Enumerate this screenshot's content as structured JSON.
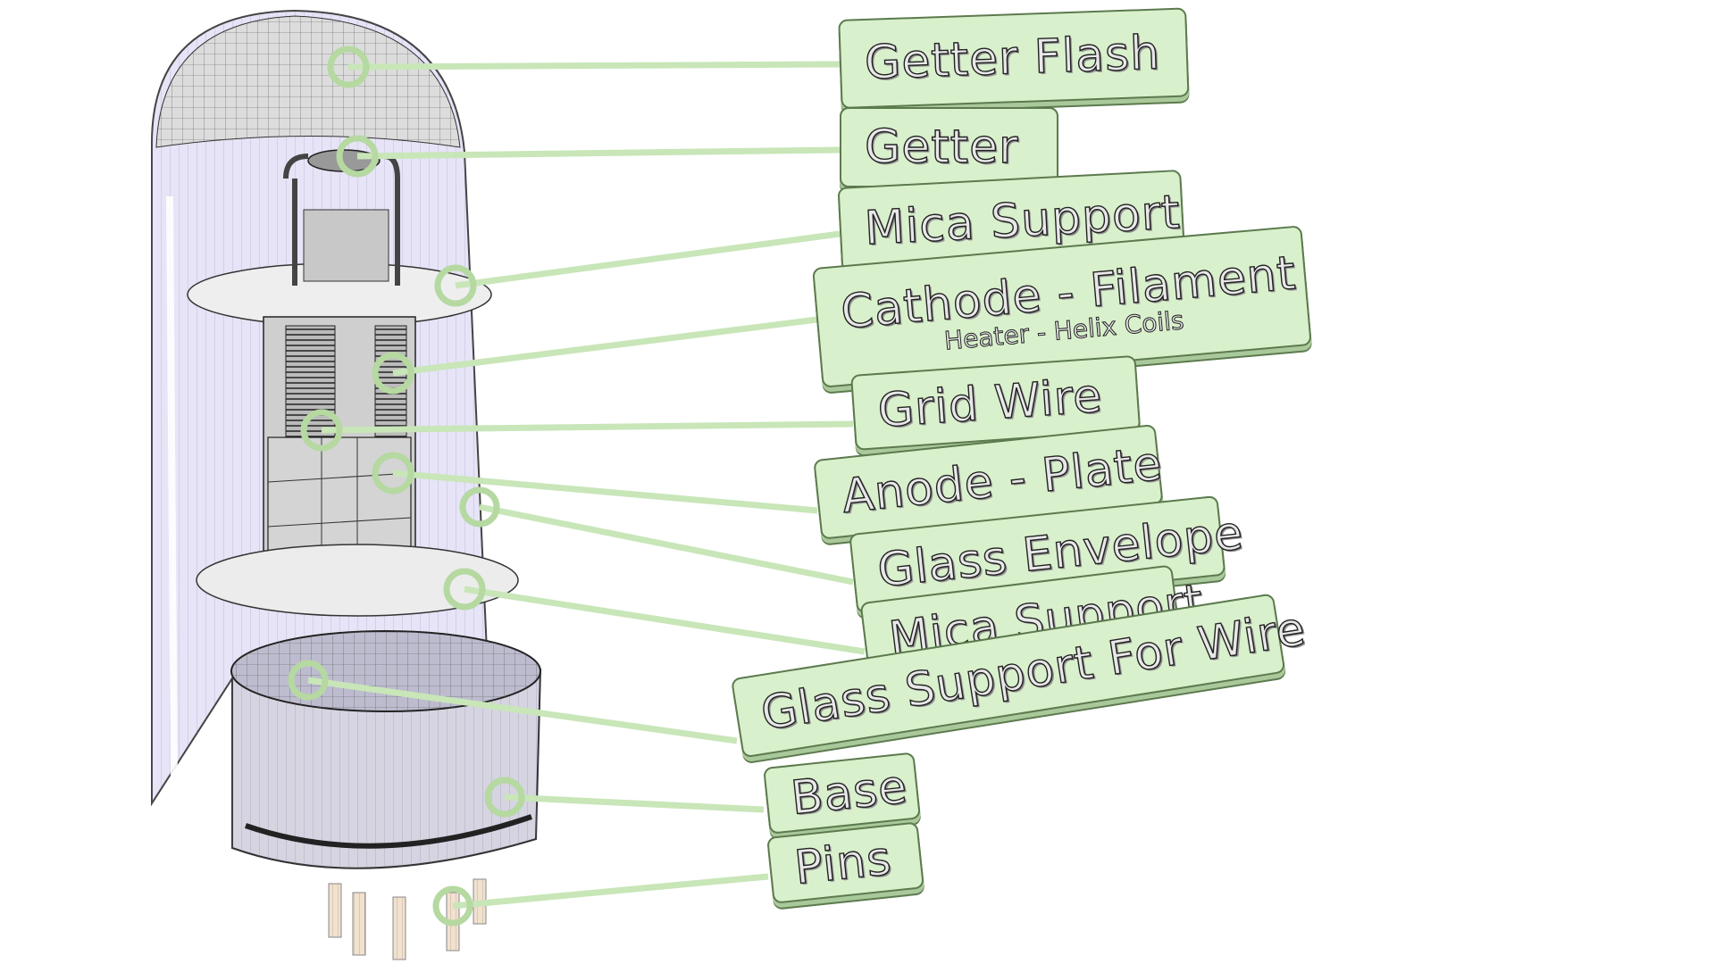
{
  "diagram": {
    "subject": "Vacuum tube cutaway",
    "colors": {
      "label_fill": "#d9f0cc",
      "label_edge": "#5c7a4e",
      "leader_line": "#c8e6b8",
      "glass": "#e6e4f6",
      "internals": "#d0d0d0",
      "pins": "#f1e1cf"
    },
    "labels": [
      {
        "id": "getter-flash",
        "text": "Getter Flash",
        "sub": null
      },
      {
        "id": "getter",
        "text": "Getter",
        "sub": null
      },
      {
        "id": "mica-support-top",
        "text": "Mica Support",
        "sub": null
      },
      {
        "id": "cathode",
        "text": "Cathode - Filament",
        "sub": "Heater - Helix Coils"
      },
      {
        "id": "grid-wire",
        "text": "Grid Wire",
        "sub": null
      },
      {
        "id": "anode",
        "text": "Anode - Plate",
        "sub": null
      },
      {
        "id": "glass-envelope",
        "text": "Glass Envelope",
        "sub": null
      },
      {
        "id": "mica-support-bottom",
        "text": "Mica Support",
        "sub": null
      },
      {
        "id": "glass-support",
        "text": "Glass Support For Wire",
        "sub": null
      },
      {
        "id": "base",
        "text": "Base",
        "sub": null
      },
      {
        "id": "pins",
        "text": "Pins",
        "sub": null
      }
    ]
  }
}
